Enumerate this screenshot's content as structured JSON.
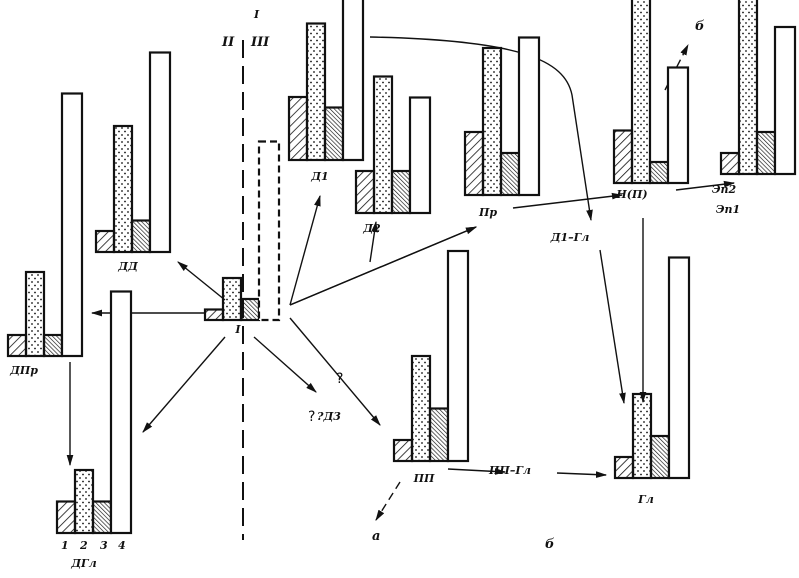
{
  "diagram": {
    "description": "Schematic of developmental relations between bar-chart profiles (4 component bars each)",
    "series_legend": [
      "1",
      "2",
      "3",
      "4"
    ],
    "zone_labels": {
      "left": "II",
      "right": "III",
      "top_mark": "I"
    },
    "figure_letter": "б",
    "branch_labels": {
      "a": "а",
      "b": "б"
    },
    "question_marks": [
      "?",
      "?"
    ],
    "nodes": [
      {
        "id": "I",
        "label": "I",
        "values": [
          1,
          4,
          2,
          17
        ],
        "dashed_last": true
      },
      {
        "id": "DD",
        "label": "ДД",
        "values": [
          2,
          12,
          3,
          19
        ]
      },
      {
        "id": "D1",
        "label": "Д1",
        "values": [
          6,
          13,
          5,
          18
        ]
      },
      {
        "id": "D2",
        "label": "Д2",
        "values": [
          4,
          13,
          4,
          11
        ]
      },
      {
        "id": "Pr",
        "label": "Пр",
        "values": [
          6,
          14,
          4,
          15
        ]
      },
      {
        "id": "NP",
        "label": "Н(П)",
        "values": [
          5,
          21,
          2,
          11
        ]
      },
      {
        "id": "Ep2",
        "label": "Эп2",
        "values": [
          2,
          18,
          4,
          14
        ]
      },
      {
        "id": "Ep1",
        "label": "Эп1",
        "values": []
      },
      {
        "id": "DPr",
        "label": "ДПр",
        "values": [
          2,
          8,
          2,
          25
        ]
      },
      {
        "id": "DGl",
        "label": "ДГл",
        "values": [
          3,
          6,
          3,
          23
        ]
      },
      {
        "id": "PP",
        "label": "ПП",
        "values": [
          2,
          10,
          5,
          20
        ]
      },
      {
        "id": "Gl",
        "label": "Гл",
        "values": [
          2,
          8,
          4,
          21
        ]
      },
      {
        "id": "D1Gl",
        "label": "Д1–Гл",
        "values": []
      },
      {
        "id": "PPGl",
        "label": "ПП–Гл",
        "values": []
      },
      {
        "id": "D3",
        "label": "?Д3",
        "values": []
      }
    ],
    "edges": [
      {
        "from": "I",
        "to": "DD"
      },
      {
        "from": "I",
        "to": "DPr"
      },
      {
        "from": "I",
        "to": "DGl"
      },
      {
        "from": "I",
        "to": "D1"
      },
      {
        "from": "I",
        "to": "D2"
      },
      {
        "from": "I",
        "to": "Pr"
      },
      {
        "from": "I",
        "to": "D3"
      },
      {
        "from": "I",
        "to": "PP",
        "label": "?"
      },
      {
        "from": "Pr",
        "to": "NP"
      },
      {
        "from": "NP",
        "to": "Ep2"
      },
      {
        "from": "D1",
        "to": "D1Gl",
        "style": "curve"
      },
      {
        "from": "D1Gl",
        "to": "Gl"
      },
      {
        "from": "NP",
        "to": "Gl"
      },
      {
        "from": "DPr",
        "to": "DGl"
      },
      {
        "from": "PP",
        "to": "PPGl"
      },
      {
        "from": "PPGl",
        "to": "Gl"
      },
      {
        "from": "PP",
        "to": "a",
        "style": "dashed"
      },
      {
        "from": "NP",
        "to": "b",
        "style": "dashed"
      }
    ]
  }
}
